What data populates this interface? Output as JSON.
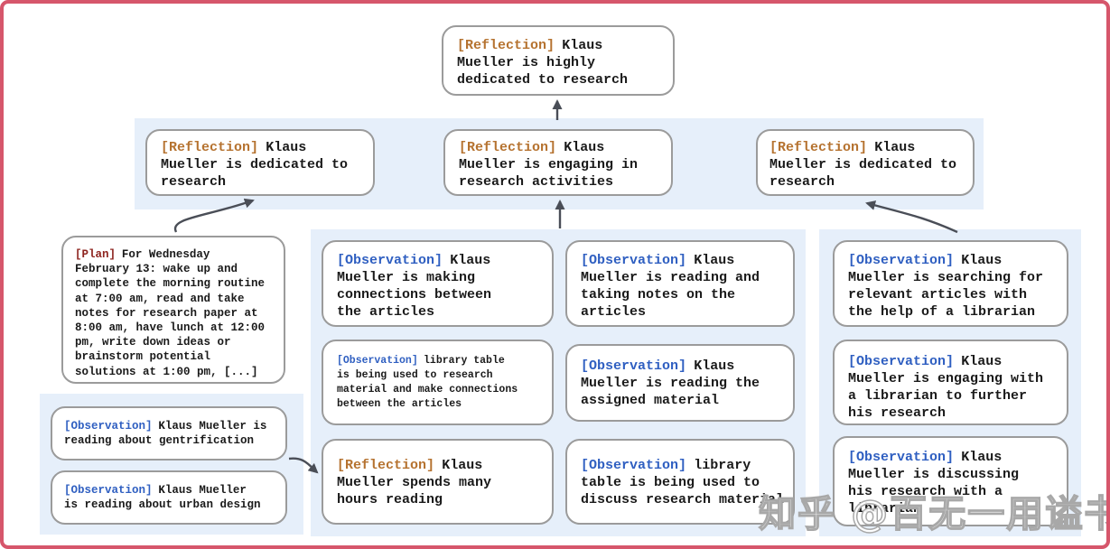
{
  "colors": {
    "frame_border": "#d6566b",
    "panel_blue": "#e6effa",
    "node_border": "#9b9b9b",
    "reflection_tag": "#b5722f",
    "observation_tag": "#2f5fc1",
    "plan_tag": "#8e241f",
    "arrow": "#4a4e57",
    "text": "#1a1a1a"
  },
  "watermark": "知乎 @百无一用谥书生",
  "nodes": {
    "top": {
      "tag": "[Reflection]",
      "text": "Klaus\nMueller is highly\ndedicated to research"
    },
    "level2": [
      {
        "tag": "[Reflection]",
        "text": "Klaus\nMueller is dedicated to\nresearch"
      },
      {
        "tag": "[Reflection]",
        "text": "Klaus\nMueller is engaging in\nresearch activities"
      },
      {
        "tag": "[Reflection]",
        "text": "Klaus\nMueller is dedicated to\nresearch"
      }
    ],
    "plan": {
      "tag": "[Plan]",
      "text": "For Wednesday\nFebruary 13: wake up and\ncomplete the morning routine\nat 7:00 am, read and take\nnotes for research paper at\n8:00 am, have lunch at 12:00\npm, write down ideas or\nbrainstorm potential\nsolutions at 1:00 pm, [...]"
    },
    "left_observations": [
      {
        "tag": "[Observation]",
        "text": "Klaus Mueller is\nreading about gentrification"
      },
      {
        "tag": "[Observation]",
        "text": "Klaus Mueller\nis reading about urban design"
      }
    ],
    "middle": [
      {
        "tag": "[Observation]",
        "text": "Klaus\nMueller is making\nconnections between\nthe articles"
      },
      {
        "tag": "[Observation]",
        "text": "Klaus\nMueller is reading and\ntaking notes on the\narticles"
      },
      {
        "tag": "[Observation]",
        "text": "library table\nis being used to research\nmaterial and make connections\nbetween the articles"
      },
      {
        "tag": "[Observation]",
        "text": "Klaus\nMueller is reading the\nassigned material"
      },
      {
        "tag": "[Reflection]",
        "text": "Klaus\nMueller spends many\nhours reading"
      },
      {
        "tag": "[Observation]",
        "text": "library\ntable is being used to\ndiscuss research material"
      }
    ],
    "right": [
      {
        "tag": "[Observation]",
        "text": "Klaus\nMueller is searching for\nrelevant articles with\nthe help of a librarian"
      },
      {
        "tag": "[Observation]",
        "text": "Klaus\nMueller is engaging with\na librarian to further\nhis research"
      },
      {
        "tag": "[Observation]",
        "text": "Klaus\nMueller is discussing\nhis research with a\nlibrarian"
      }
    ]
  }
}
